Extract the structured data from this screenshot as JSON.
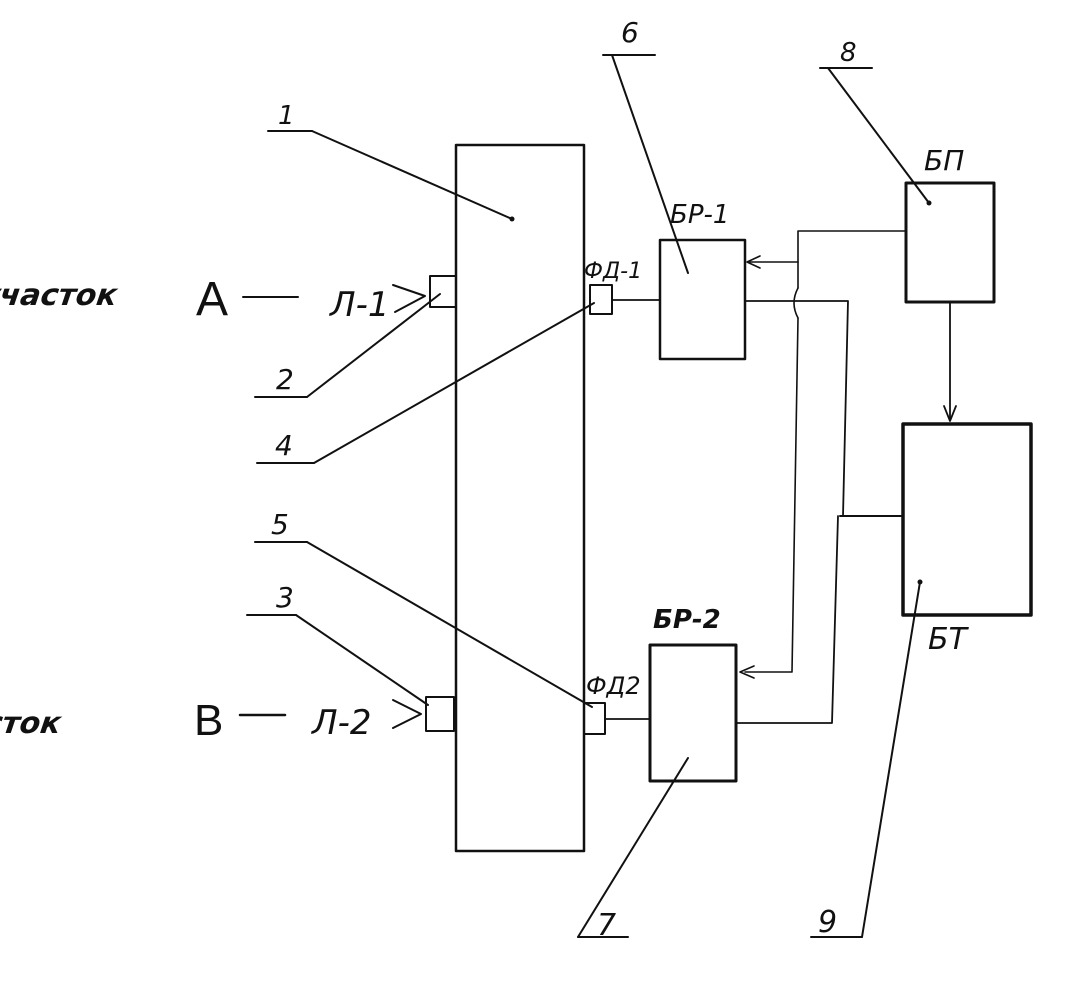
{
  "diagram": {
    "sections": {
      "a_word": "участок",
      "a_letter": "A",
      "b_word": "участок",
      "b_letter": "B"
    },
    "sources": {
      "l1": "Л-1",
      "l2": "Л-2"
    },
    "detectors": {
      "fd1": "ФД-1",
      "fd2": "ФД2"
    },
    "blocks": {
      "br1": "БР-1",
      "br2": "БР-2",
      "bp": "БП",
      "bt": "БТ"
    },
    "callouts": [
      "1",
      "2",
      "3",
      "4",
      "5",
      "6",
      "7",
      "8",
      "9"
    ]
  }
}
